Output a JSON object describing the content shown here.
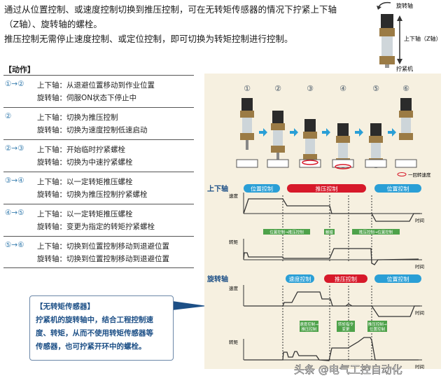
{
  "intro": {
    "line1": "通过从位置控制、或速度控制切换到推压控制，可在无转矩传感器的情况下拧紧上下轴",
    "line2": "（Z轴）、旋转轴的螺栓。",
    "line3": "推压控制无需停止速度控制、或定位控制，即可切换为转矩控制进行控制。"
  },
  "legend_top": {
    "rotate": "旋转轴",
    "z_axis": "上下轴（Z轴）",
    "tool": "拧紧机"
  },
  "actions": {
    "title": "【动作】",
    "rows": [
      {
        "step": "①→②",
        "z": "上下轴：从退避位置移动到作业位置",
        "r": "旋转轴：伺服ON状态下停止中"
      },
      {
        "step": "②",
        "z": "上下轴：切换为推压控制",
        "r": "旋转轴：切换为速度控制低速启动"
      },
      {
        "step": "②→③",
        "z": "上下轴：开始临时拧紧螺栓",
        "r": "旋转轴：切换为中速拧紧螺栓"
      },
      {
        "step": "③→④",
        "z": "上下轴：以一定转矩推压螺栓",
        "r": "旋转轴：切换为推压控制拧紧螺栓"
      },
      {
        "step": "④→⑤",
        "z": "上下轴：以一定转矩推压螺栓",
        "r": "旋转轴：变更为指定的转矩拧紧螺栓"
      },
      {
        "step": "⑤→⑥",
        "z": "上下轴：切换到位置控制移动到退避位置",
        "r": "旋转轴：切换到位置控制移动到退避位置"
      }
    ]
  },
  "callout": {
    "title": "【无转矩传感器】",
    "line1": "拧紧机的旋转轴中，结合工程控制速",
    "line2": "度、转矩，从而不使用转矩传感器等",
    "line3": "传感器，也可拧紧开环中的螺栓。"
  },
  "steps": [
    "①",
    "②",
    "③",
    "④",
    "⑤",
    "⑥"
  ],
  "rotation_legend": "一回转速度",
  "z_axis": {
    "label": "上下轴",
    "modes": [
      "位置控制",
      "推压控制",
      "位置控制"
    ],
    "speed_label": "速度",
    "torque_label": "转矩",
    "time_label": "时间",
    "events": [
      "位置控制→推压控制",
      "触碰",
      "推压控制→位置控制"
    ]
  },
  "r_axis": {
    "label": "旋转轴",
    "modes": [
      "速度控制",
      "推压控制",
      "位置控制"
    ],
    "speed_label": "速度",
    "torque_label": "转矩",
    "time_label": "时间",
    "events": [
      [
        "速度控制→",
        "推压控制"
      ],
      [
        "转矩指令",
        "变更"
      ],
      [
        "推压控制→",
        "位置控制"
      ]
    ]
  },
  "watermark": "头条 @电气工控自动化",
  "colors": {
    "blue": "#2a9fd6",
    "red": "#d7192a",
    "green": "#4ea24a",
    "panel": "#f6f0e0",
    "brass": "#9b7b45"
  }
}
